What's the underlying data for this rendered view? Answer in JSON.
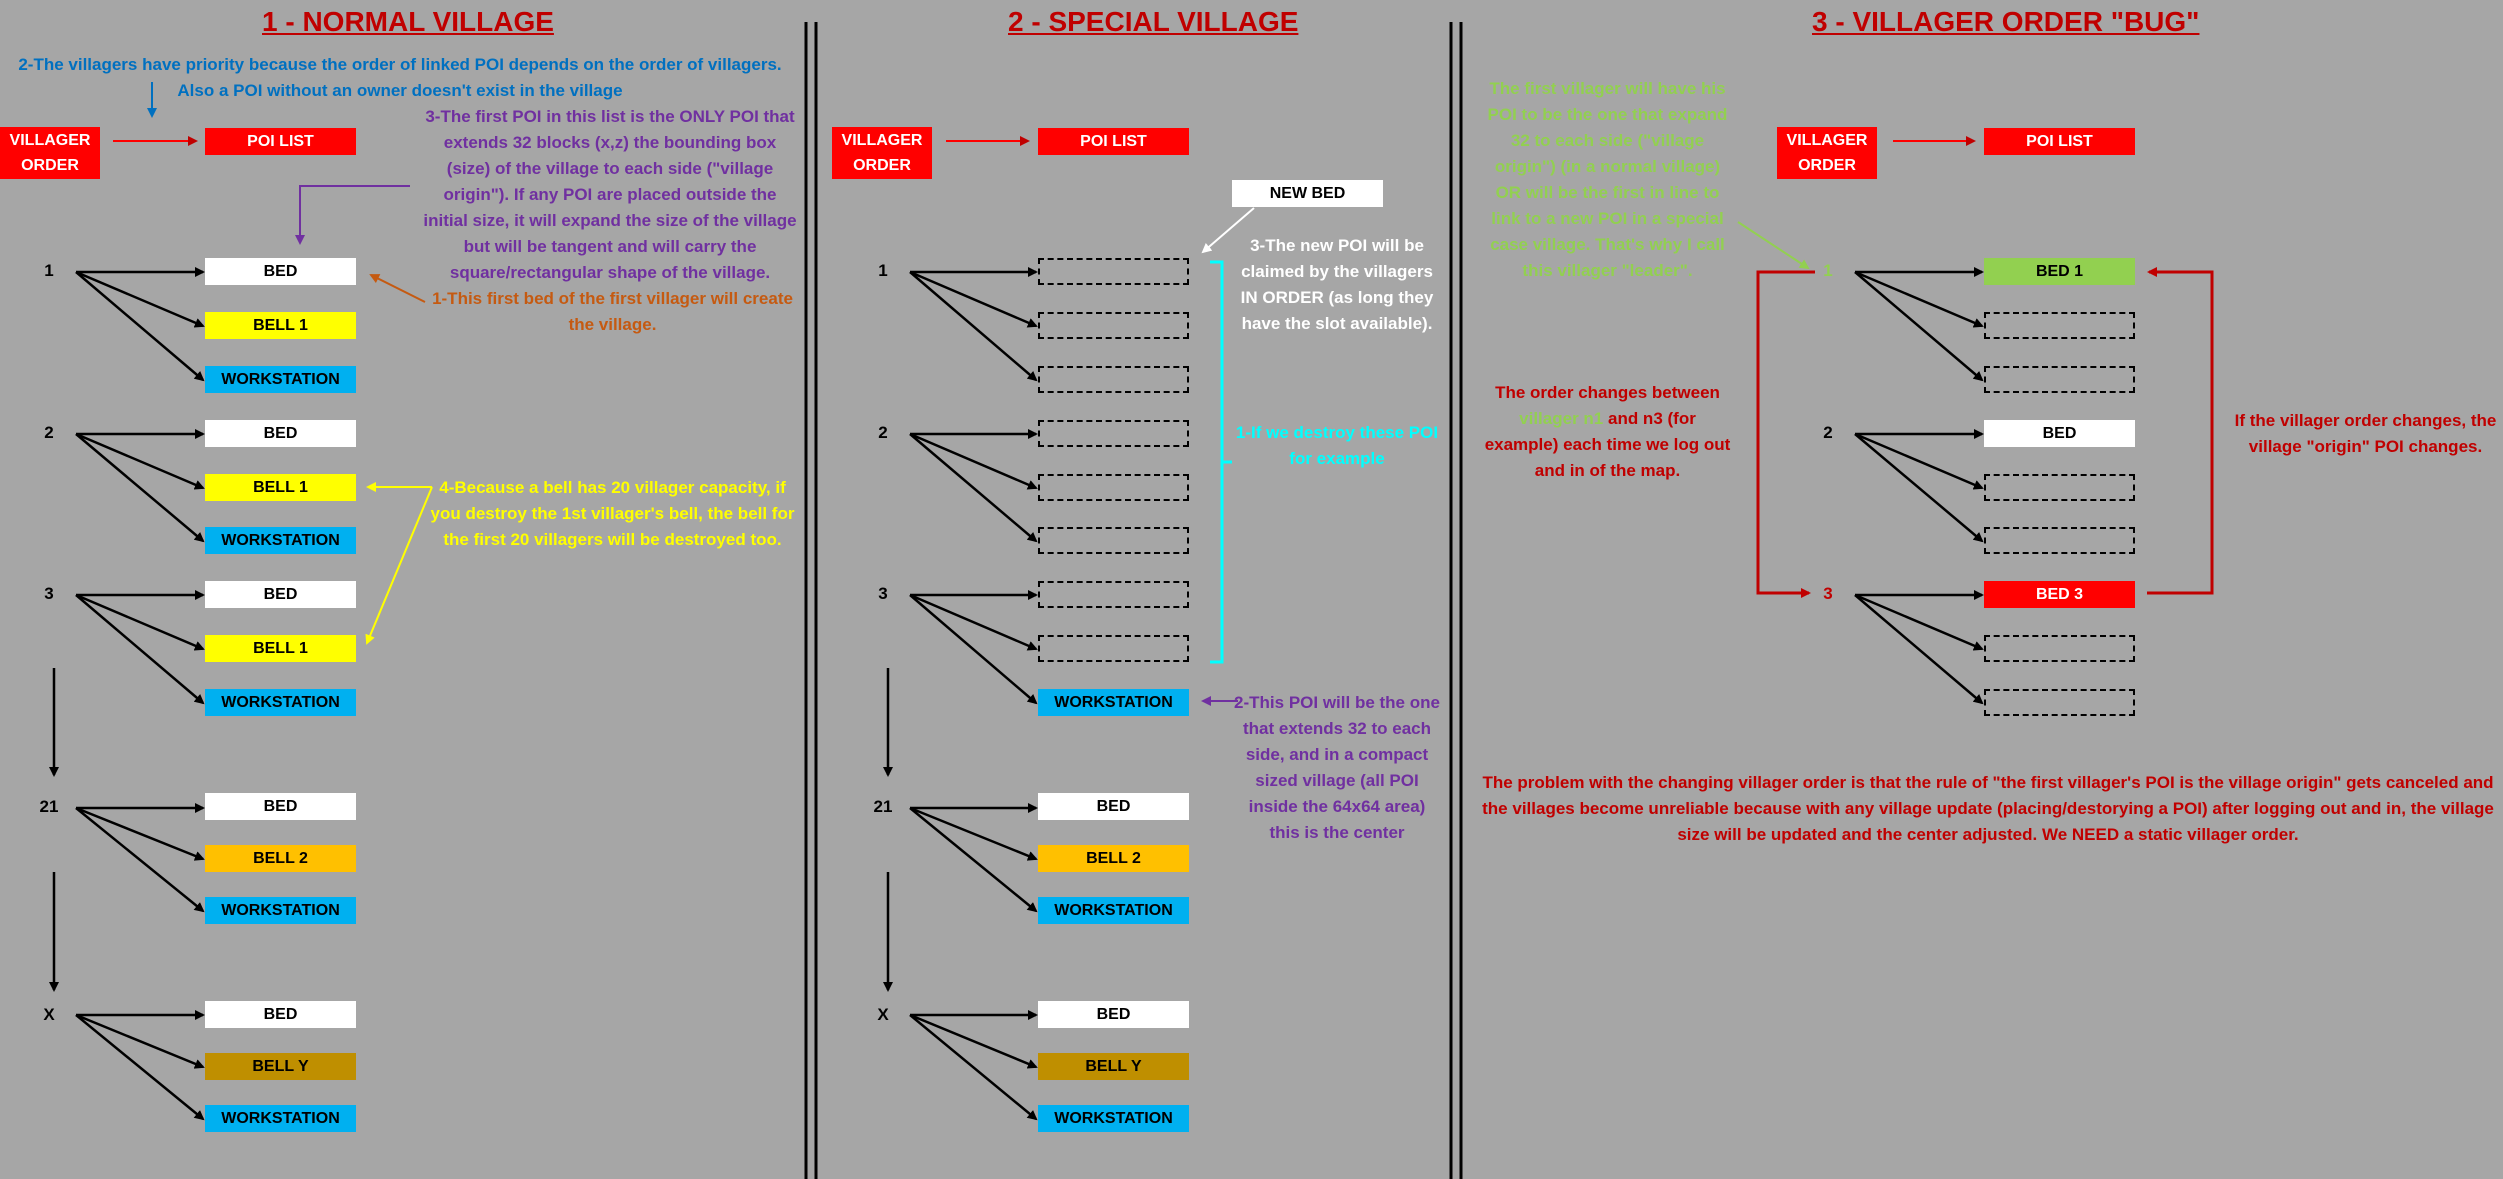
{
  "colors": {
    "background": "#a6a6a6",
    "title_red": "#c00000",
    "header_red": "#ff0000",
    "note_blue": "#0070c0",
    "note_purple": "#7030a0",
    "note_brown": "#c55a11",
    "note_yellow": "#ffff00",
    "note_cyan": "#00ffff",
    "note_white": "#ffffff",
    "note_green": "#92d050",
    "note_red": "#c00000"
  },
  "titles": {
    "col1": "1 - NORMAL VILLAGE",
    "col2": "2 - SPECIAL VILLAGE",
    "col3": "3 - VILLAGER ORDER \"BUG\""
  },
  "headers": {
    "villager_order": "VILLAGER ORDER",
    "poi_list": "POI LIST"
  },
  "labels": {
    "bed": "BED",
    "bell_1": "BELL 1",
    "bell_2": "BELL 2",
    "bell_y": "BELL Y",
    "workstation": "WORKSTATION",
    "new_bed": "NEW BED",
    "bed_1": "BED 1",
    "bed_3": "BED 3"
  },
  "numbers": {
    "n1": "1",
    "n2": "2",
    "n3": "3",
    "n21": "21",
    "nx": "X"
  },
  "notes": {
    "c1_priority": "2-The villagers have priority because the order of linked POI depends on the order of villagers. Also a POI without an owner doesn't exist in the village",
    "c1_first_poi": "3-The first POI in this list is the ONLY POI that extends 32 blocks (x,z) the bounding box (size) of the village to each side (\"village origin\"). If any POI are placed outside the initial size, it will expand the size of the village but will be tangent and will carry the square/rectangular shape of the village.",
    "c1_first_bed": "1-This first bed of the first villager will create the village.",
    "c1_bell": "4-Because a bell has 20 villager capacity, if you destroy the 1st villager's bell, the bell for the first 20 villagers will be destroyed too.",
    "c2_claimed": "3-The new POI will be claimed by the villagers IN ORDER (as long they have the slot available).",
    "c2_destroy": "1-If we destroy these POI for example",
    "c2_extends": "2-This POI will be the one that extends 32 to each side, and in a compact sized village (all POI inside the 64x64 area) this is the center",
    "c3_leader": "The first villager will have his POI to be the one that expand 32 to each side (\"village origin\") (in a normal village) OR will be the first in line to link to a new POI in a special case village. That's why I call this villager \"leader\".",
    "c3_order_a": "The order changes between ",
    "c3_order_b": "villager n1",
    "c3_order_c": " and n3 (for example) each time we log out and in of the map.",
    "c3_origin": "If the villager order changes, the village \"origin\" POI changes.",
    "c3_problem": "The problem with the changing villager order is that the rule of \"the first villager's POI is the village origin\" gets canceled and the villages become unreliable because with any village update (placing/destorying a POI) after logging out and in, the village size will be updated and the center adjusted. We NEED a static villager order."
  }
}
